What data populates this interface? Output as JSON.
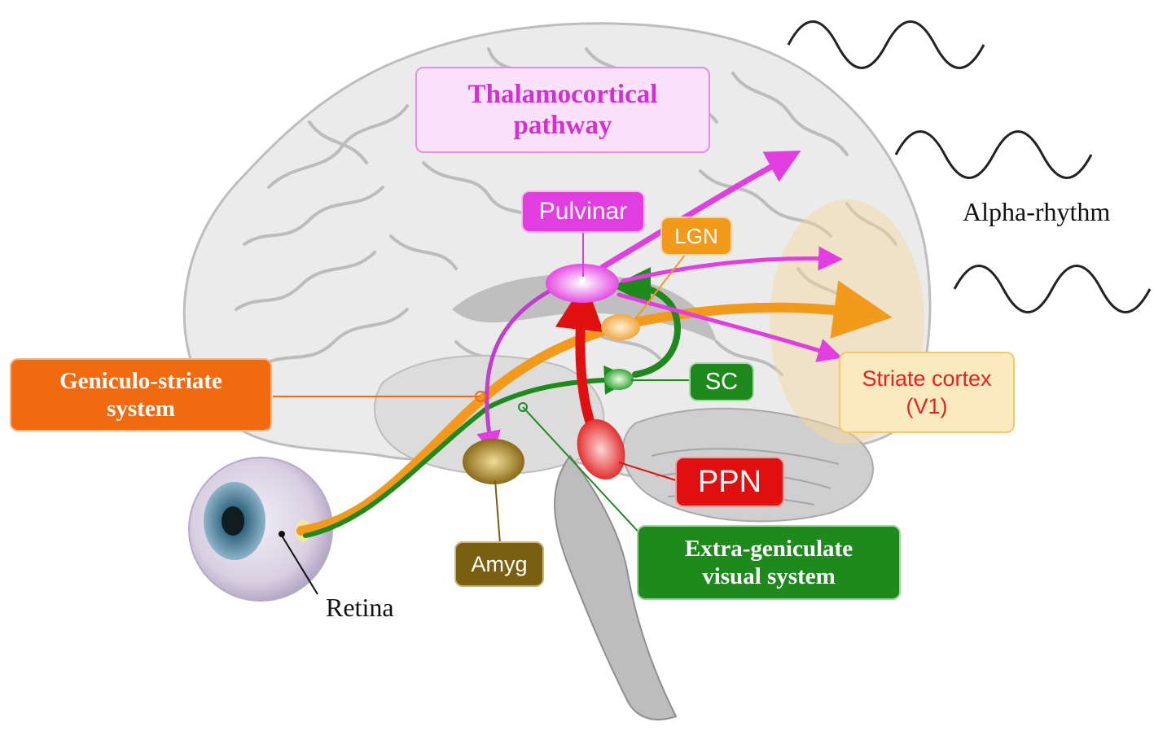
{
  "labels": {
    "thalamocortical": "Thalamocortical\npathway",
    "pulvinar": "Pulvinar",
    "lgn": "LGN",
    "sc": "SC",
    "striate": "Striate cortex\n(V1)",
    "geniculo": "Geniculo-striate\nsystem",
    "ppn": "PPN",
    "amyg": "Amyg",
    "extra": "Extra-geniculate\nvisual system",
    "retina": "Retina",
    "alpha": "Alpha-rhythm"
  },
  "colors": {
    "magenta": "#e13de0",
    "orange": "#f39a1d",
    "dark_orange": "#f26a10",
    "green": "#1e8a1e",
    "red": "#e01010",
    "olive": "#7a5e12",
    "brain": "#e9e9e9"
  }
}
